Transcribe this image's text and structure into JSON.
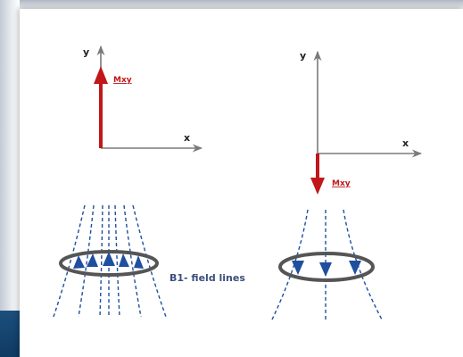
{
  "left_diagram": {
    "y_axis_label": "y",
    "x_axis_label": "x",
    "vector_label": "Mxy",
    "vector_direction": "up"
  },
  "right_diagram": {
    "y_axis_label": "y",
    "x_axis_label": "x",
    "vector_label": "Mxy",
    "vector_direction": "down"
  },
  "field_lines_label": "B1- field lines",
  "colors": {
    "vector": "#c0171a",
    "field_line": "#1f4f9e",
    "loop": "#555555",
    "axis": "#7a7a7a",
    "frame_accent": "#1c4f7d"
  }
}
